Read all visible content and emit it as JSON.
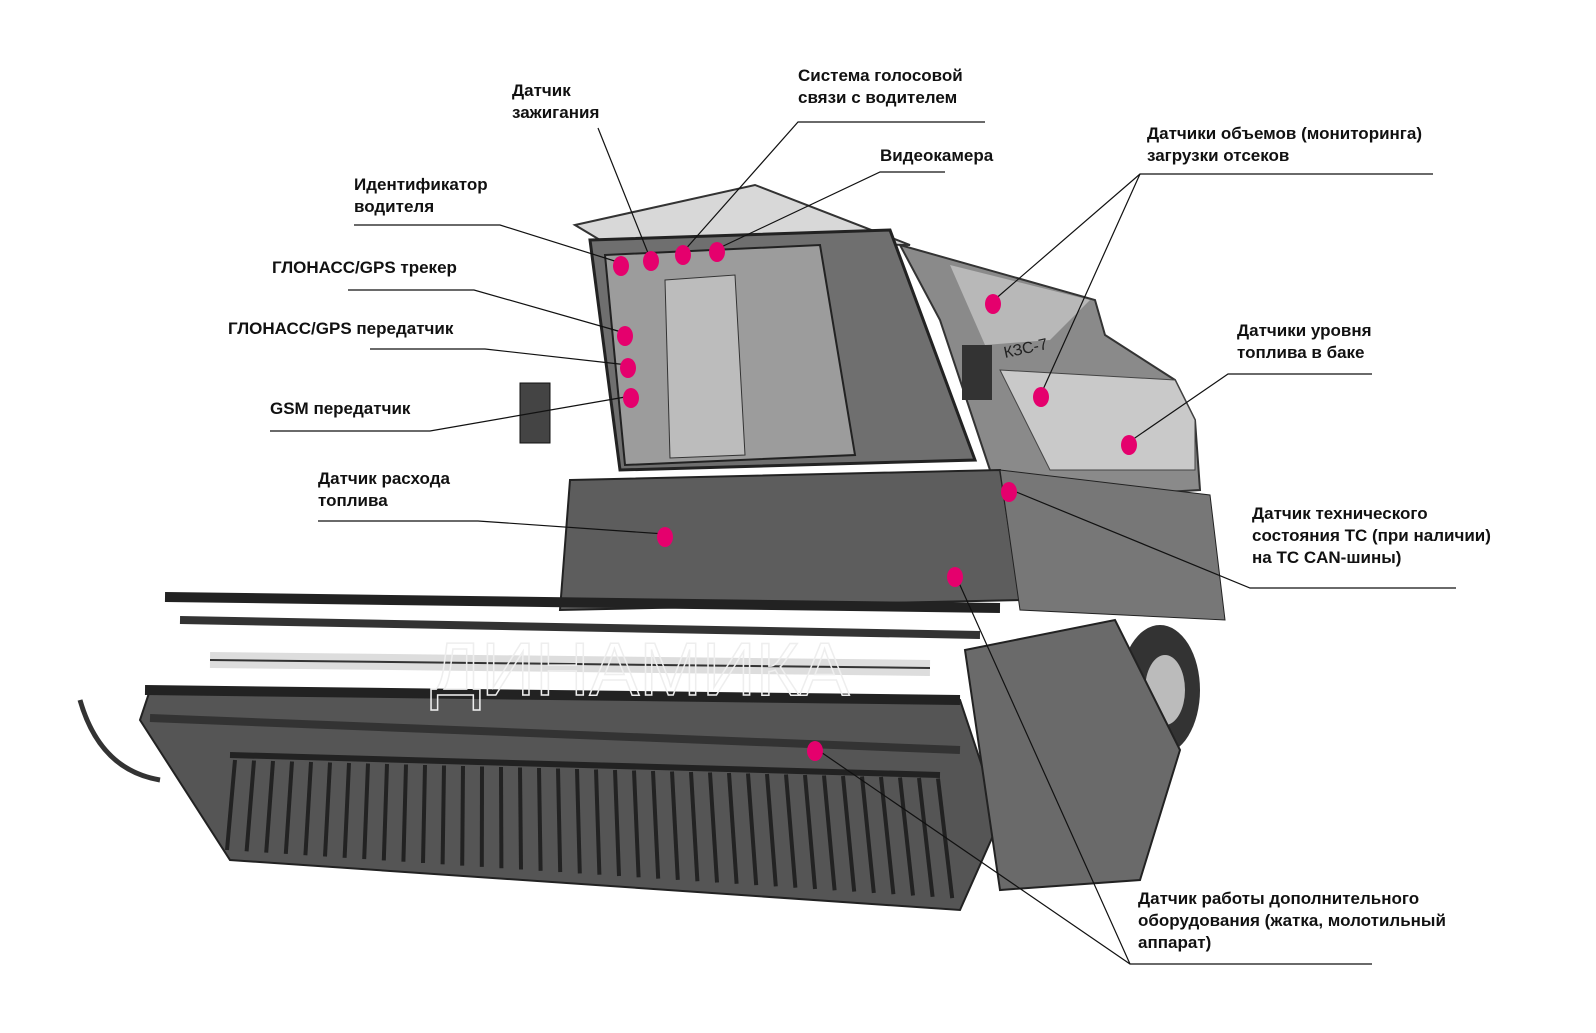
{
  "title": "Схема установки датчиков на комбайн",
  "accent_color": "#e5006d",
  "machine_badge": "КЗС-7",
  "watermark": "ДИНАМИКА",
  "labels": [
    {
      "id": "ignition",
      "text": "Датчик\nзажигания"
    },
    {
      "id": "voice",
      "text": "Система голосовой\nсвязи с водителем"
    },
    {
      "id": "camera",
      "text": "Видеокамера"
    },
    {
      "id": "driver-id",
      "text": "Идентификатор\nводителя"
    },
    {
      "id": "gps-tracker",
      "text": "ГЛОНАСС/GPS трекер"
    },
    {
      "id": "gps-transmitter",
      "text": "ГЛОНАСС/GPS передатчик"
    },
    {
      "id": "gsm",
      "text": "GSM передатчик"
    },
    {
      "id": "fuel-flow",
      "text": "Датчик расхода\nтоплива"
    },
    {
      "id": "bin-volume",
      "text": "Датчики объемов (мониторинга)\nзагрузки отсеков"
    },
    {
      "id": "fuel-level",
      "text": "Датчики уровня\nтоплива в баке"
    },
    {
      "id": "can",
      "text": "Датчик технического\nсостояния ТС (при наличии)\nна ТС CAN-шины)"
    },
    {
      "id": "equipment",
      "text": "Датчик работы дополнительного\nоборудования (жатка, молотильный\nаппарат)"
    }
  ]
}
